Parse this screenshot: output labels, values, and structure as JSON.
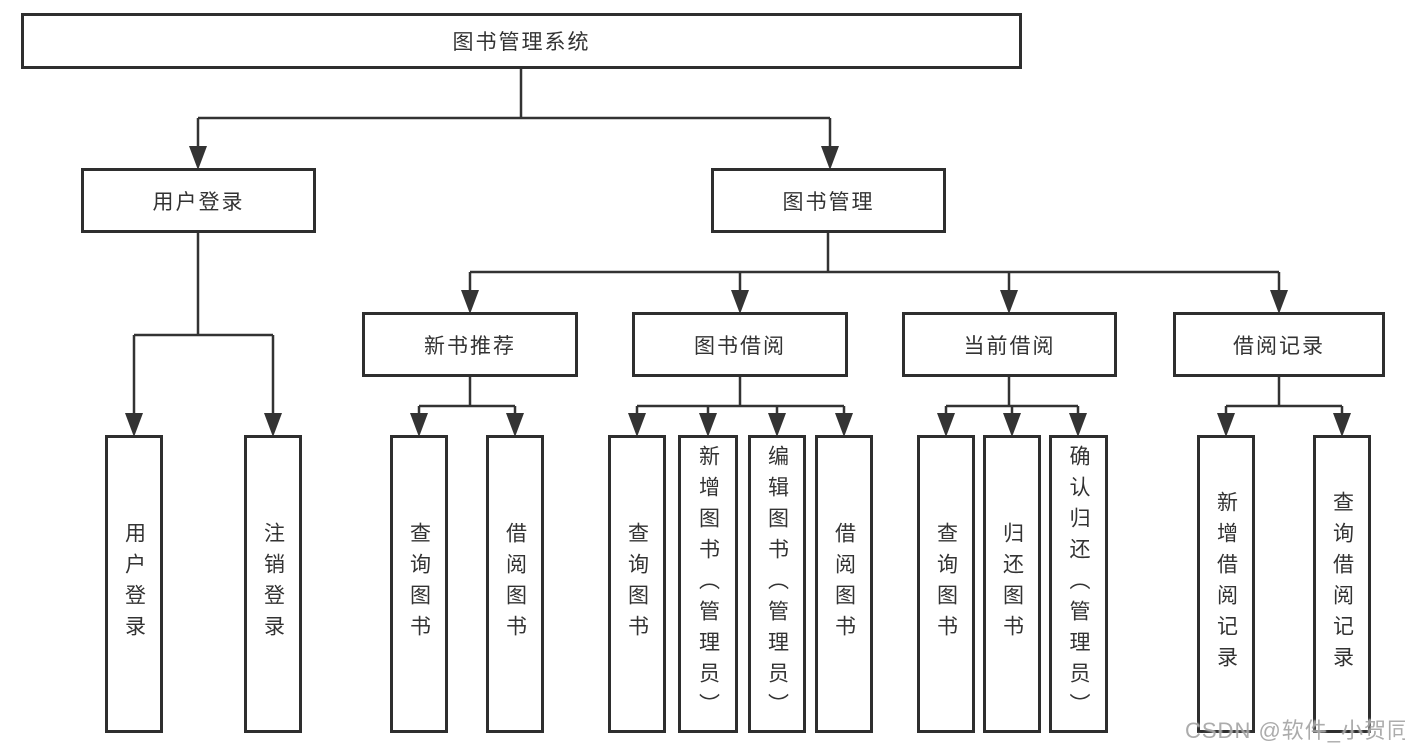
{
  "diagram": {
    "root": {
      "label": "图书管理系统"
    },
    "level2": {
      "user_login": {
        "label": "用户登录"
      },
      "book_management": {
        "label": "图书管理"
      }
    },
    "level3": {
      "new_book_recommend": {
        "label": "新书推荐",
        "parent": "图书管理"
      },
      "book_borrow": {
        "label": "图书借阅",
        "parent": "图书管理"
      },
      "current_borrow": {
        "label": "当前借阅",
        "parent": "图书管理"
      },
      "borrow_records": {
        "label": "借阅记录",
        "parent": "图书管理"
      }
    },
    "leaves": {
      "user_login_action": {
        "label": "用户登录",
        "parent": "用户登录"
      },
      "logout_action": {
        "label": "注销登录",
        "parent": "用户登录"
      },
      "query_books_recommend": {
        "label": "查询图书",
        "parent": "新书推荐"
      },
      "borrow_books_recommend": {
        "label": "借阅图书",
        "parent": "新书推荐"
      },
      "query_books_borrow": {
        "label": "查询图书",
        "parent": "图书借阅"
      },
      "add_books_admin": {
        "label": "新增图书（管理员）",
        "parent": "图书借阅"
      },
      "edit_books_admin": {
        "label": "编辑图书（管理员）",
        "parent": "图书借阅"
      },
      "borrow_books_borrow": {
        "label": "借阅图书",
        "parent": "图书借阅"
      },
      "query_books_current": {
        "label": "查询图书",
        "parent": "当前借阅"
      },
      "return_books": {
        "label": "归还图书",
        "parent": "当前借阅"
      },
      "confirm_return_admin": {
        "label": "确认归还（管理员）",
        "parent": "当前借阅"
      },
      "add_borrow_record": {
        "label": "新增借阅记录",
        "parent": "借阅记录"
      },
      "query_borrow_record": {
        "label": "查询借阅记录",
        "parent": "借阅记录"
      }
    },
    "watermark": "CSDN @软件_小贺同学",
    "colors": {
      "line": "#333333",
      "box_border": "#2e2e2e",
      "text": "#333333",
      "watermark": "#9e9e9e",
      "background": "#ffffff"
    }
  }
}
